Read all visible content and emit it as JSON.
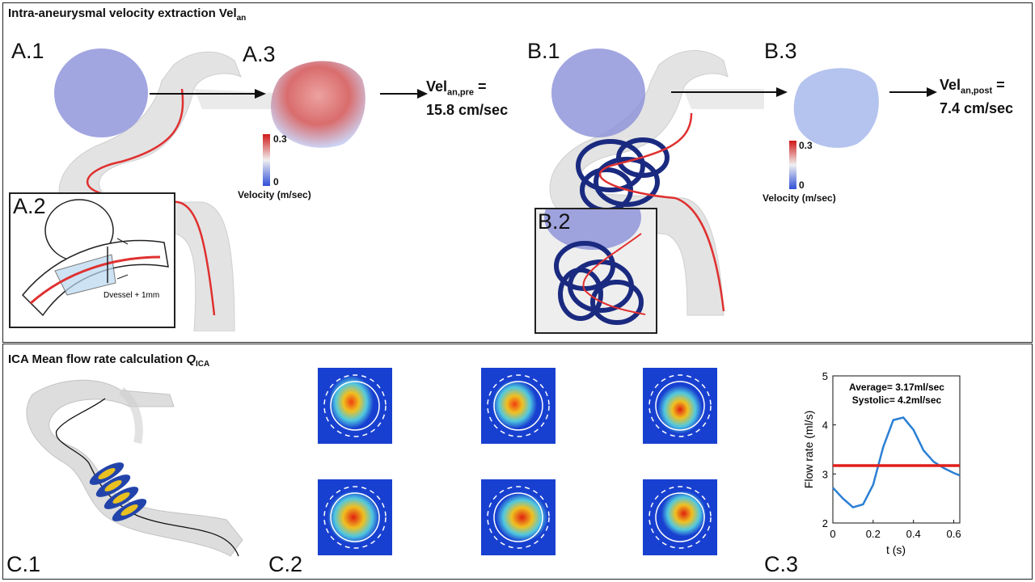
{
  "top_panel": {
    "title_main": "Intra-aneurysmal velocity extraction Vel",
    "title_sub": "an",
    "labels": {
      "a1": "A.1",
      "a2": "A.2",
      "a3": "A.3",
      "b1": "B.1",
      "b2": "B.2",
      "b3": "B.3"
    },
    "pre": {
      "name": "Vel",
      "sub": "an,pre",
      "eq": " =",
      "value": "15.8 cm/sec"
    },
    "post": {
      "name": "Vel",
      "sub": "an,post",
      "eq": " =",
      "value": "7.4 cm/sec"
    },
    "colorbar": {
      "max": "0.3",
      "min": "0",
      "label": "Velocity (m/sec)"
    },
    "vessel_label": "Dvessel + 1mm"
  },
  "bottom_panel": {
    "title_main": "ICA Mean flow rate calculation ",
    "title_q": "Q",
    "title_sub": "ICA",
    "labels": {
      "c1": "C.1",
      "c2": "C.2",
      "c3": "C.3"
    }
  },
  "chart_data": {
    "type": "line",
    "xlabel": "t (s)",
    "ylabel": "Flow rate (ml/s)",
    "xlim": [
      0,
      0.63
    ],
    "ylim": [
      2,
      5
    ],
    "xticks": [
      "0",
      "0.2",
      "0.4",
      "0.6"
    ],
    "yticks": [
      "2",
      "3",
      "4",
      "5"
    ],
    "annotations": [
      "Average= 3.17ml/sec",
      "Systolic= 4.2ml/sec"
    ],
    "series": [
      {
        "color": "#2a7fd4",
        "x": [
          0,
          0.05,
          0.1,
          0.15,
          0.2,
          0.25,
          0.3,
          0.35,
          0.4,
          0.45,
          0.5,
          0.55,
          0.6,
          0.63
        ],
        "y": [
          2.72,
          2.5,
          2.32,
          2.38,
          2.78,
          3.55,
          4.1,
          4.15,
          3.9,
          3.48,
          3.25,
          3.12,
          3.02,
          2.97
        ]
      },
      {
        "color": "#e0201c",
        "x": [
          0,
          0.63
        ],
        "y": [
          3.17,
          3.17
        ]
      }
    ],
    "colors": {
      "average_line": "#e0201c",
      "flow_line": "#2a7fd4"
    }
  }
}
